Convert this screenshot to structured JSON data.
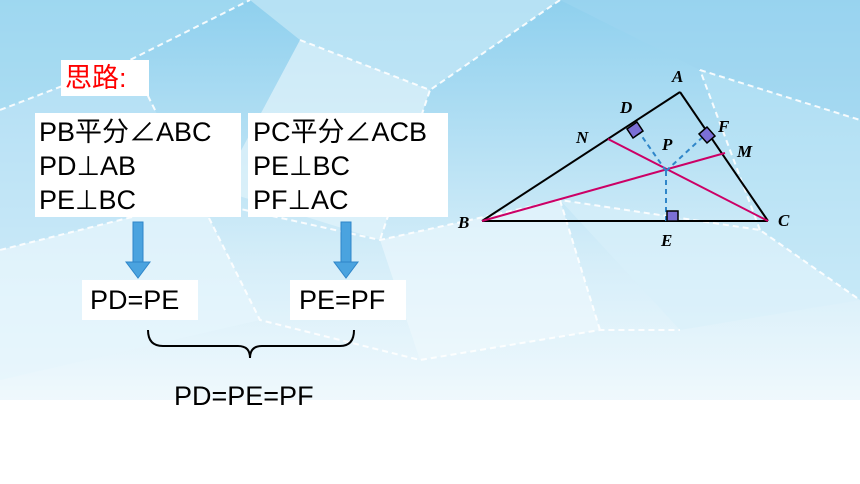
{
  "title": "思路:",
  "left_conditions": [
    "PB平分∠ABC",
    "PD⊥AB",
    "PE⊥BC"
  ],
  "right_conditions": [
    "PC平分∠ACB",
    "PE⊥BC",
    "PF⊥AC"
  ],
  "result_left": "PD=PE",
  "result_right": "PE=PF",
  "final_result": "PD=PE=PF",
  "points": {
    "A": "A",
    "B": "B",
    "C": "C",
    "D": "D",
    "E": "E",
    "F": "F",
    "M": "M",
    "N": "N",
    "P": "P"
  },
  "colors": {
    "title": "#ff0000",
    "arrow": "#4aa3df",
    "bisector": "#cc0066",
    "perpendicular": "#2f86c9",
    "right_angle_mark": "#7b6fd6"
  }
}
